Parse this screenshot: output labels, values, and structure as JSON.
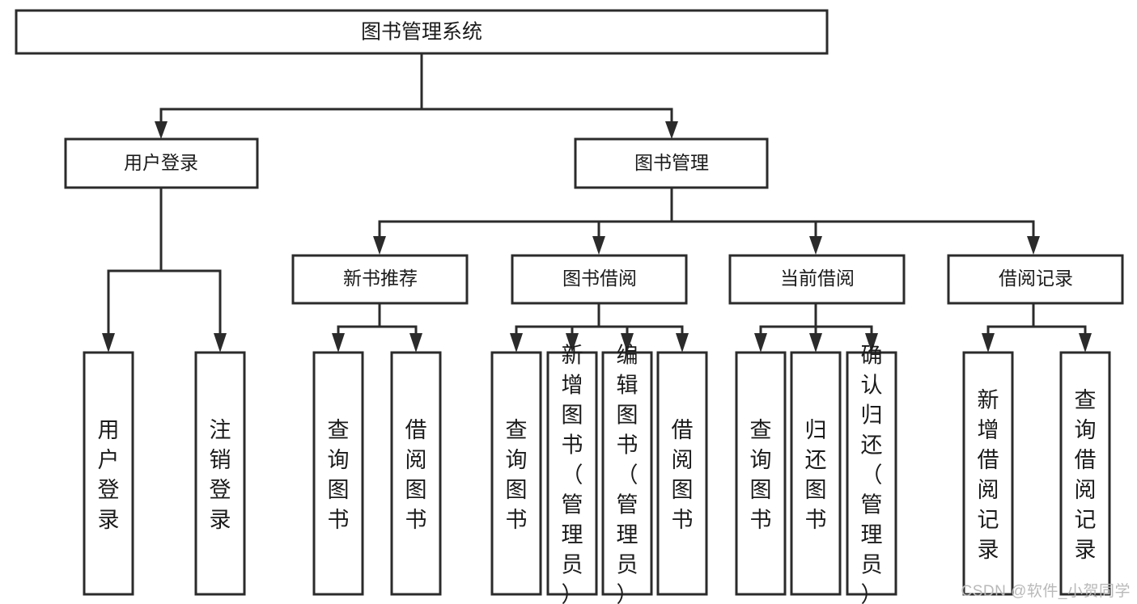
{
  "diagram": {
    "title": "图书管理系统",
    "type": "tree",
    "watermark": "CSDN @软件_小贺同学",
    "colors": {
      "background": "#ffffff",
      "box_stroke": "#2b2b2b",
      "box_fill": "#ffffff",
      "text": "#1b1b1b",
      "watermark": "#b9b9b9"
    },
    "levels": {
      "root": {
        "label": "图书管理系统"
      },
      "level2": [
        {
          "label": "用户登录"
        },
        {
          "label": "图书管理"
        }
      ],
      "level3": [
        {
          "label": "新书推荐"
        },
        {
          "label": "图书借阅"
        },
        {
          "label": "当前借阅"
        },
        {
          "label": "借阅记录"
        }
      ],
      "leaves_user_login": [
        {
          "label": "用户登录"
        },
        {
          "label": "注销登录"
        }
      ],
      "leaves_new_book": [
        {
          "label": "查询图书"
        },
        {
          "label": "借阅图书"
        }
      ],
      "leaves_borrow": [
        {
          "label": "查询图书"
        },
        {
          "label": "新增图书（管理员）"
        },
        {
          "label": "编辑图书（管理员）"
        },
        {
          "label": "借阅图书"
        }
      ],
      "leaves_current": [
        {
          "label": "查询图书"
        },
        {
          "label": "归还图书"
        },
        {
          "label": "确认归还（管理员）"
        }
      ],
      "leaves_records": [
        {
          "label": "新增借阅记录"
        },
        {
          "label": "查询借阅记录"
        }
      ]
    }
  }
}
